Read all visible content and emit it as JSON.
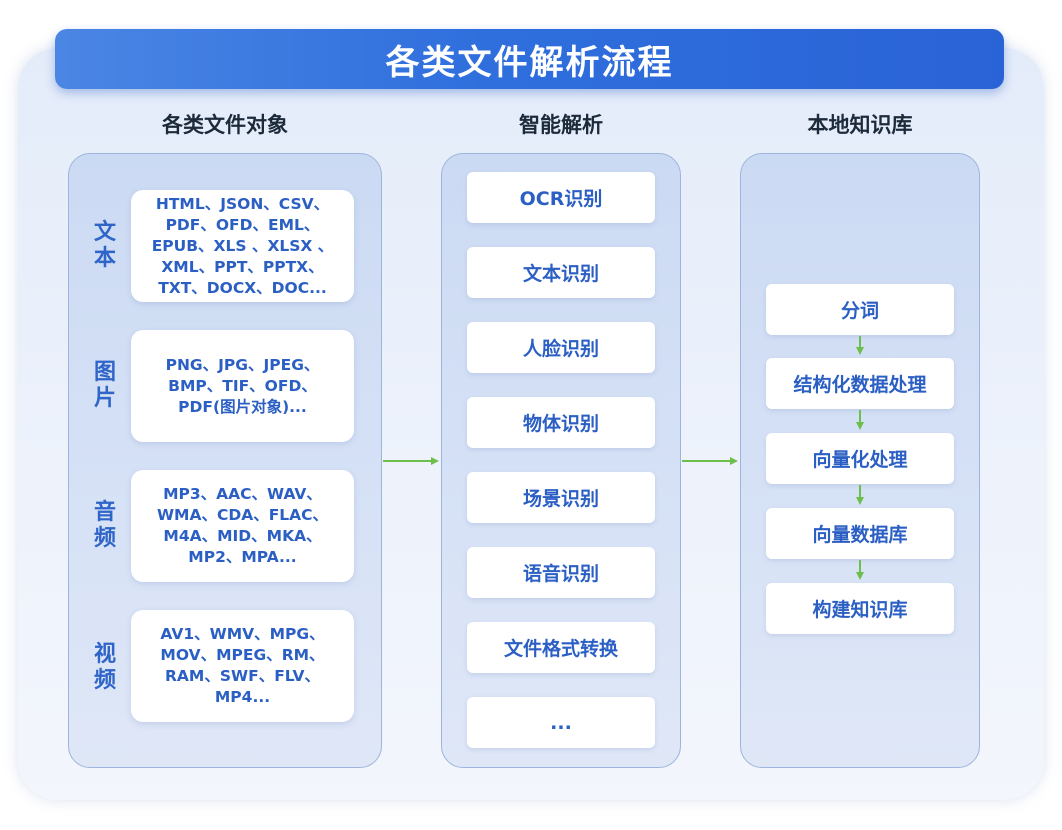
{
  "title": "各类文件解析流程",
  "columns": {
    "left_header": "各类文件对象",
    "mid_header": "智能解析",
    "right_header": "本地知识库"
  },
  "file_objects": [
    {
      "label": "文\n本",
      "formats": "HTML、JSON、CSV、\nPDF、OFD、EML、\nEPUB、XLS 、XLSX 、\nXML、PPT、PPTX、\nTXT、DOCX、DOC..."
    },
    {
      "label": "图\n片",
      "formats": "PNG、JPG、JPEG、\nBMP、TIF、OFD、\nPDF(图片对象)..."
    },
    {
      "label": "音\n频",
      "formats": "MP3、AAC、WAV、\nWMA、CDA、FLAC、\nM4A、MID、MKA、\nMP2、MPA..."
    },
    {
      "label": "视\n频",
      "formats": "AV1、WMV、MPG、\nMOV、MPEG、RM、\nRAM、SWF、FLV、\nMP4..."
    }
  ],
  "parsing_steps": [
    "OCR识别",
    "文本识别",
    "人脸识别",
    "物体识别",
    "场景识别",
    "语音识别",
    "文件格式转换",
    "..."
  ],
  "kb_steps": [
    "分词",
    "结构化数据处理",
    "向量化处理",
    "向量数据库",
    "构建知识库"
  ],
  "colors": {
    "accent_blue": "#2f6fdd",
    "text_blue": "#2b5fc4",
    "arrow_green": "#6cbf4a"
  }
}
